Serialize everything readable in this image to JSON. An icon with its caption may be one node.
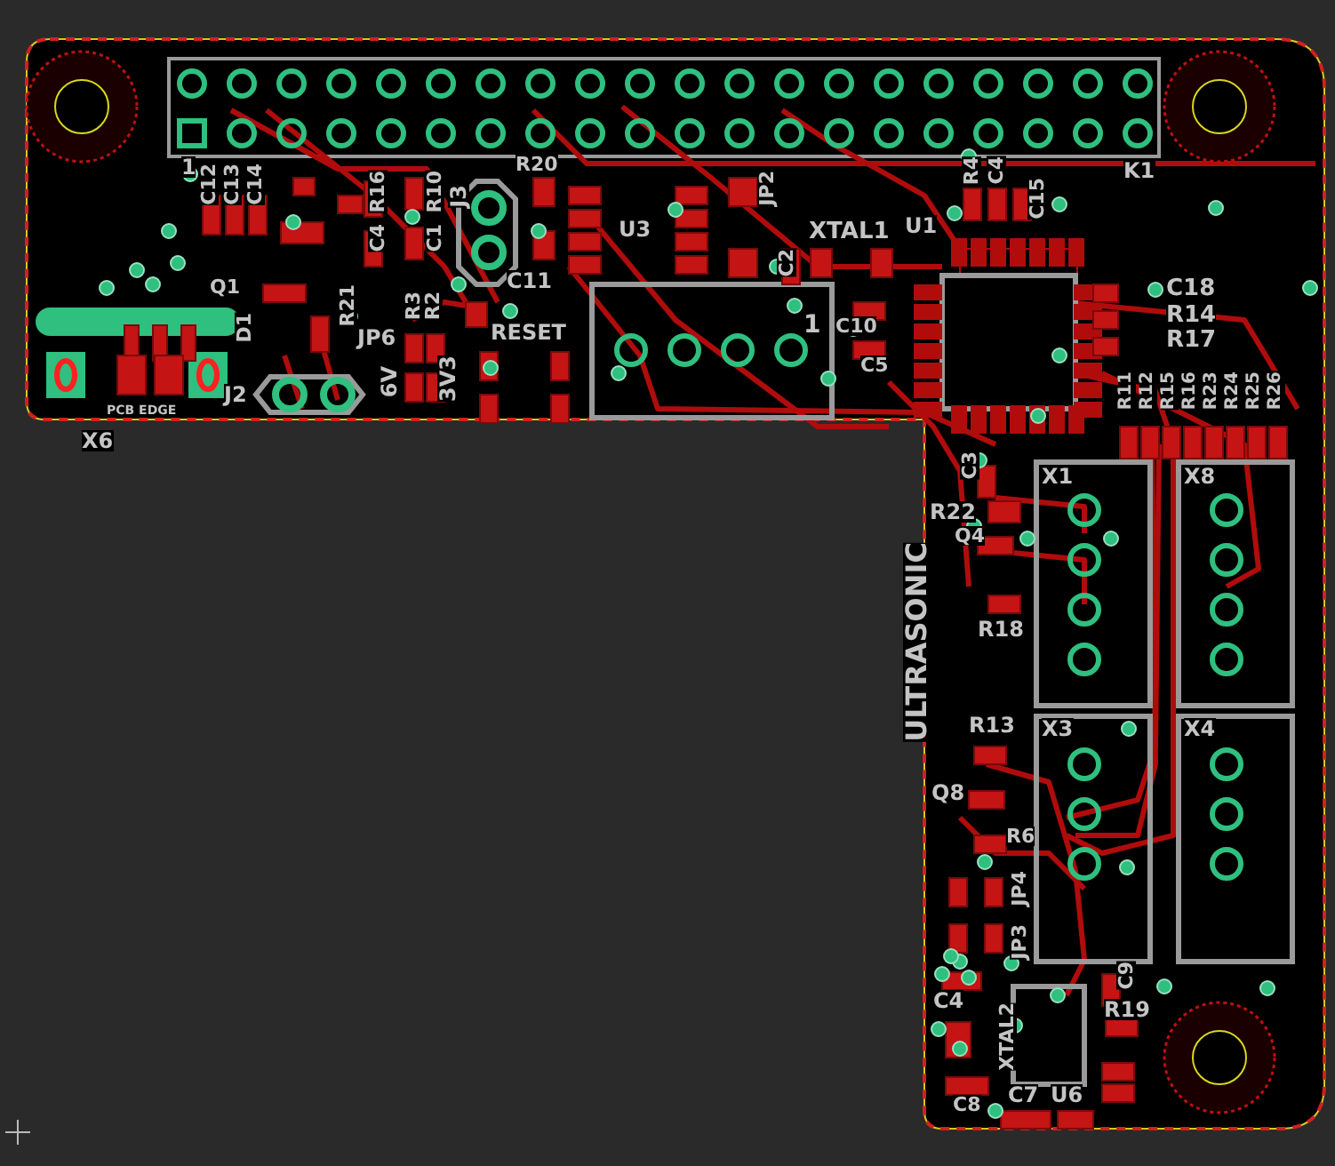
{
  "diagram": {
    "labels": [
      "1",
      "C12",
      "C13",
      "C14",
      "R16",
      "C4",
      "R10",
      "C1",
      "J3",
      "R20",
      "Q1",
      "R21",
      "C11",
      "D1",
      "JP6",
      "R3",
      "R2",
      "6V",
      "3V3",
      "RESET",
      "J2",
      "X6",
      "PCB EDGE",
      "U3",
      "JP2",
      "C2",
      "XTAL1",
      "U1",
      "1",
      "C10",
      "C5",
      "R4",
      "C4",
      "C15",
      "K1",
      "C18",
      "R14",
      "R17",
      "R11",
      "R12",
      "R15",
      "R16",
      "R23",
      "R24",
      "R25",
      "R26",
      "C3",
      "R22",
      "Q4",
      "R18",
      "X1",
      "X8",
      "ULTRASONIC",
      "R13",
      "X3",
      "X4",
      "Q8",
      "R6",
      "JP4",
      "JP3",
      "C4",
      "XTAL2",
      "C8",
      "C7",
      "U6",
      "C9",
      "R19"
    ]
  }
}
